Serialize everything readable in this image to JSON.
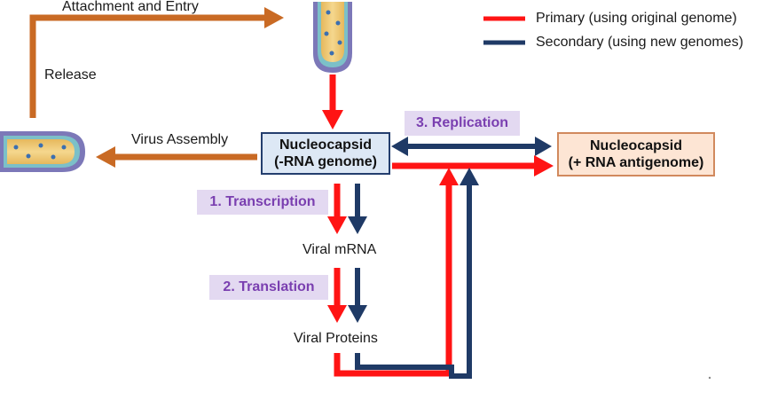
{
  "colors": {
    "primary": "#ff1414",
    "secondary": "#1f3a66",
    "release_arrow": "#c96a24",
    "step_box_fill": "#e3d9f1",
    "step_box_text": "#7a3fb0"
  },
  "legend": {
    "primary_label": "Primary (using original genome)",
    "secondary_label": "Secondary (using new genomes)"
  },
  "labels": {
    "attachment_entry": "Attachment and Entry",
    "release": "Release",
    "virus_assembly": "Virus Assembly",
    "viral_mrna": "Viral mRNA",
    "viral_proteins": "Viral Proteins"
  },
  "steps": {
    "transcription": "1. Transcription",
    "translation": "2. Translation",
    "replication": "3. Replication"
  },
  "nodes": {
    "negative_nucleocapsid": {
      "line1": "Nucleocapsid",
      "line2": "(-RNA genome)"
    },
    "positive_nucleocapsid": {
      "line1": "Nucleocapsid",
      "line2": "(+ RNA antigenome)"
    }
  },
  "icons": {
    "virion_vertical": "virus-particle-icon",
    "virion_horizontal": "virus-particle-icon"
  }
}
